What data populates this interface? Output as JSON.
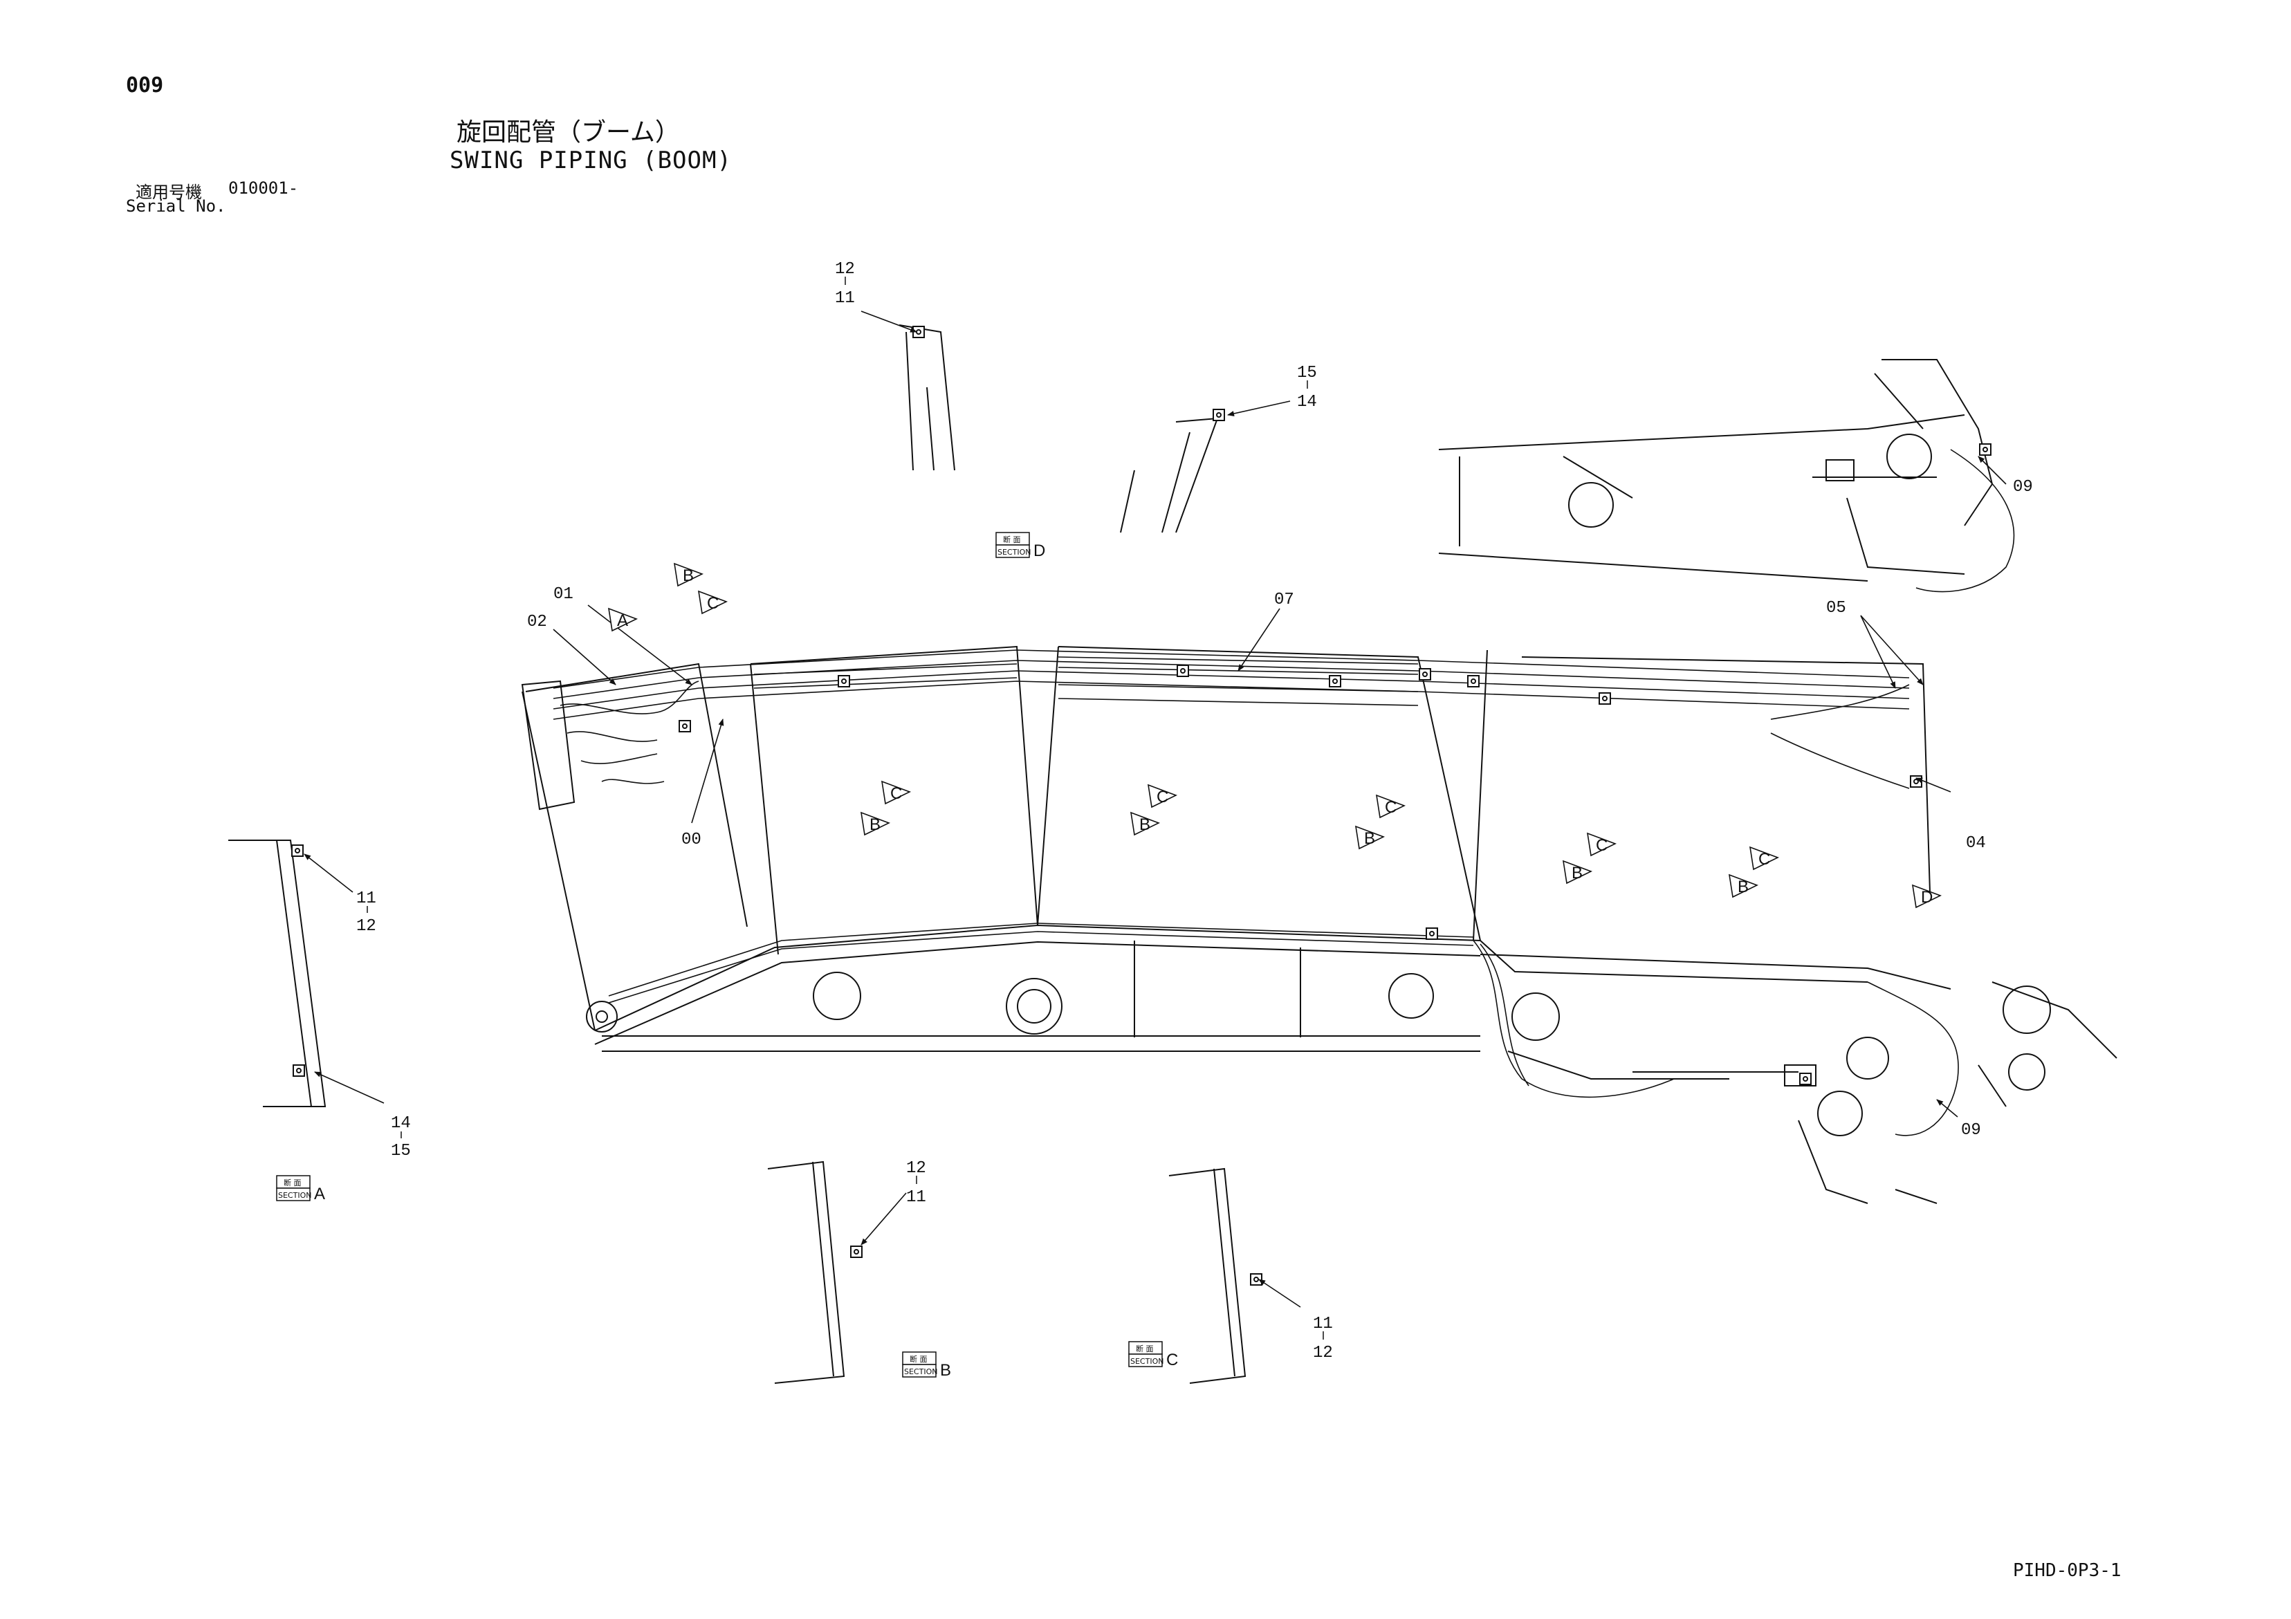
{
  "header": {
    "page_no": "009",
    "title_ja": "旋回配管（ブーム）",
    "title_en": "SWING PIPING (BOOM)",
    "serial_ja": "適用号機",
    "serial_value": "010001-",
    "serial_en": "Serial No."
  },
  "footer": {
    "drawing_code": "PIHD-0P3-1"
  },
  "callouts": {
    "c00": "00",
    "c01": "01",
    "c02": "02",
    "c04": "04",
    "c05": "05",
    "c07": "07",
    "c09a": "09",
    "c09b": "09",
    "a11": "11",
    "a12": "12",
    "a14": "14",
    "a15": "15",
    "top12": "12",
    "top11": "11",
    "d15": "15",
    "d14": "14",
    "b12": "12",
    "b11": "11",
    "c11": "11",
    "c12": "12"
  },
  "sections": {
    "word_ja": "断 面",
    "word_en": "SECTION",
    "A": "A",
    "B": "B",
    "C": "C",
    "D": "D"
  },
  "view_markers": {
    "A": "A",
    "B": "B",
    "C": "C",
    "D": "D"
  },
  "colors": {
    "ink": "#111111",
    "paper": "#ffffff"
  }
}
